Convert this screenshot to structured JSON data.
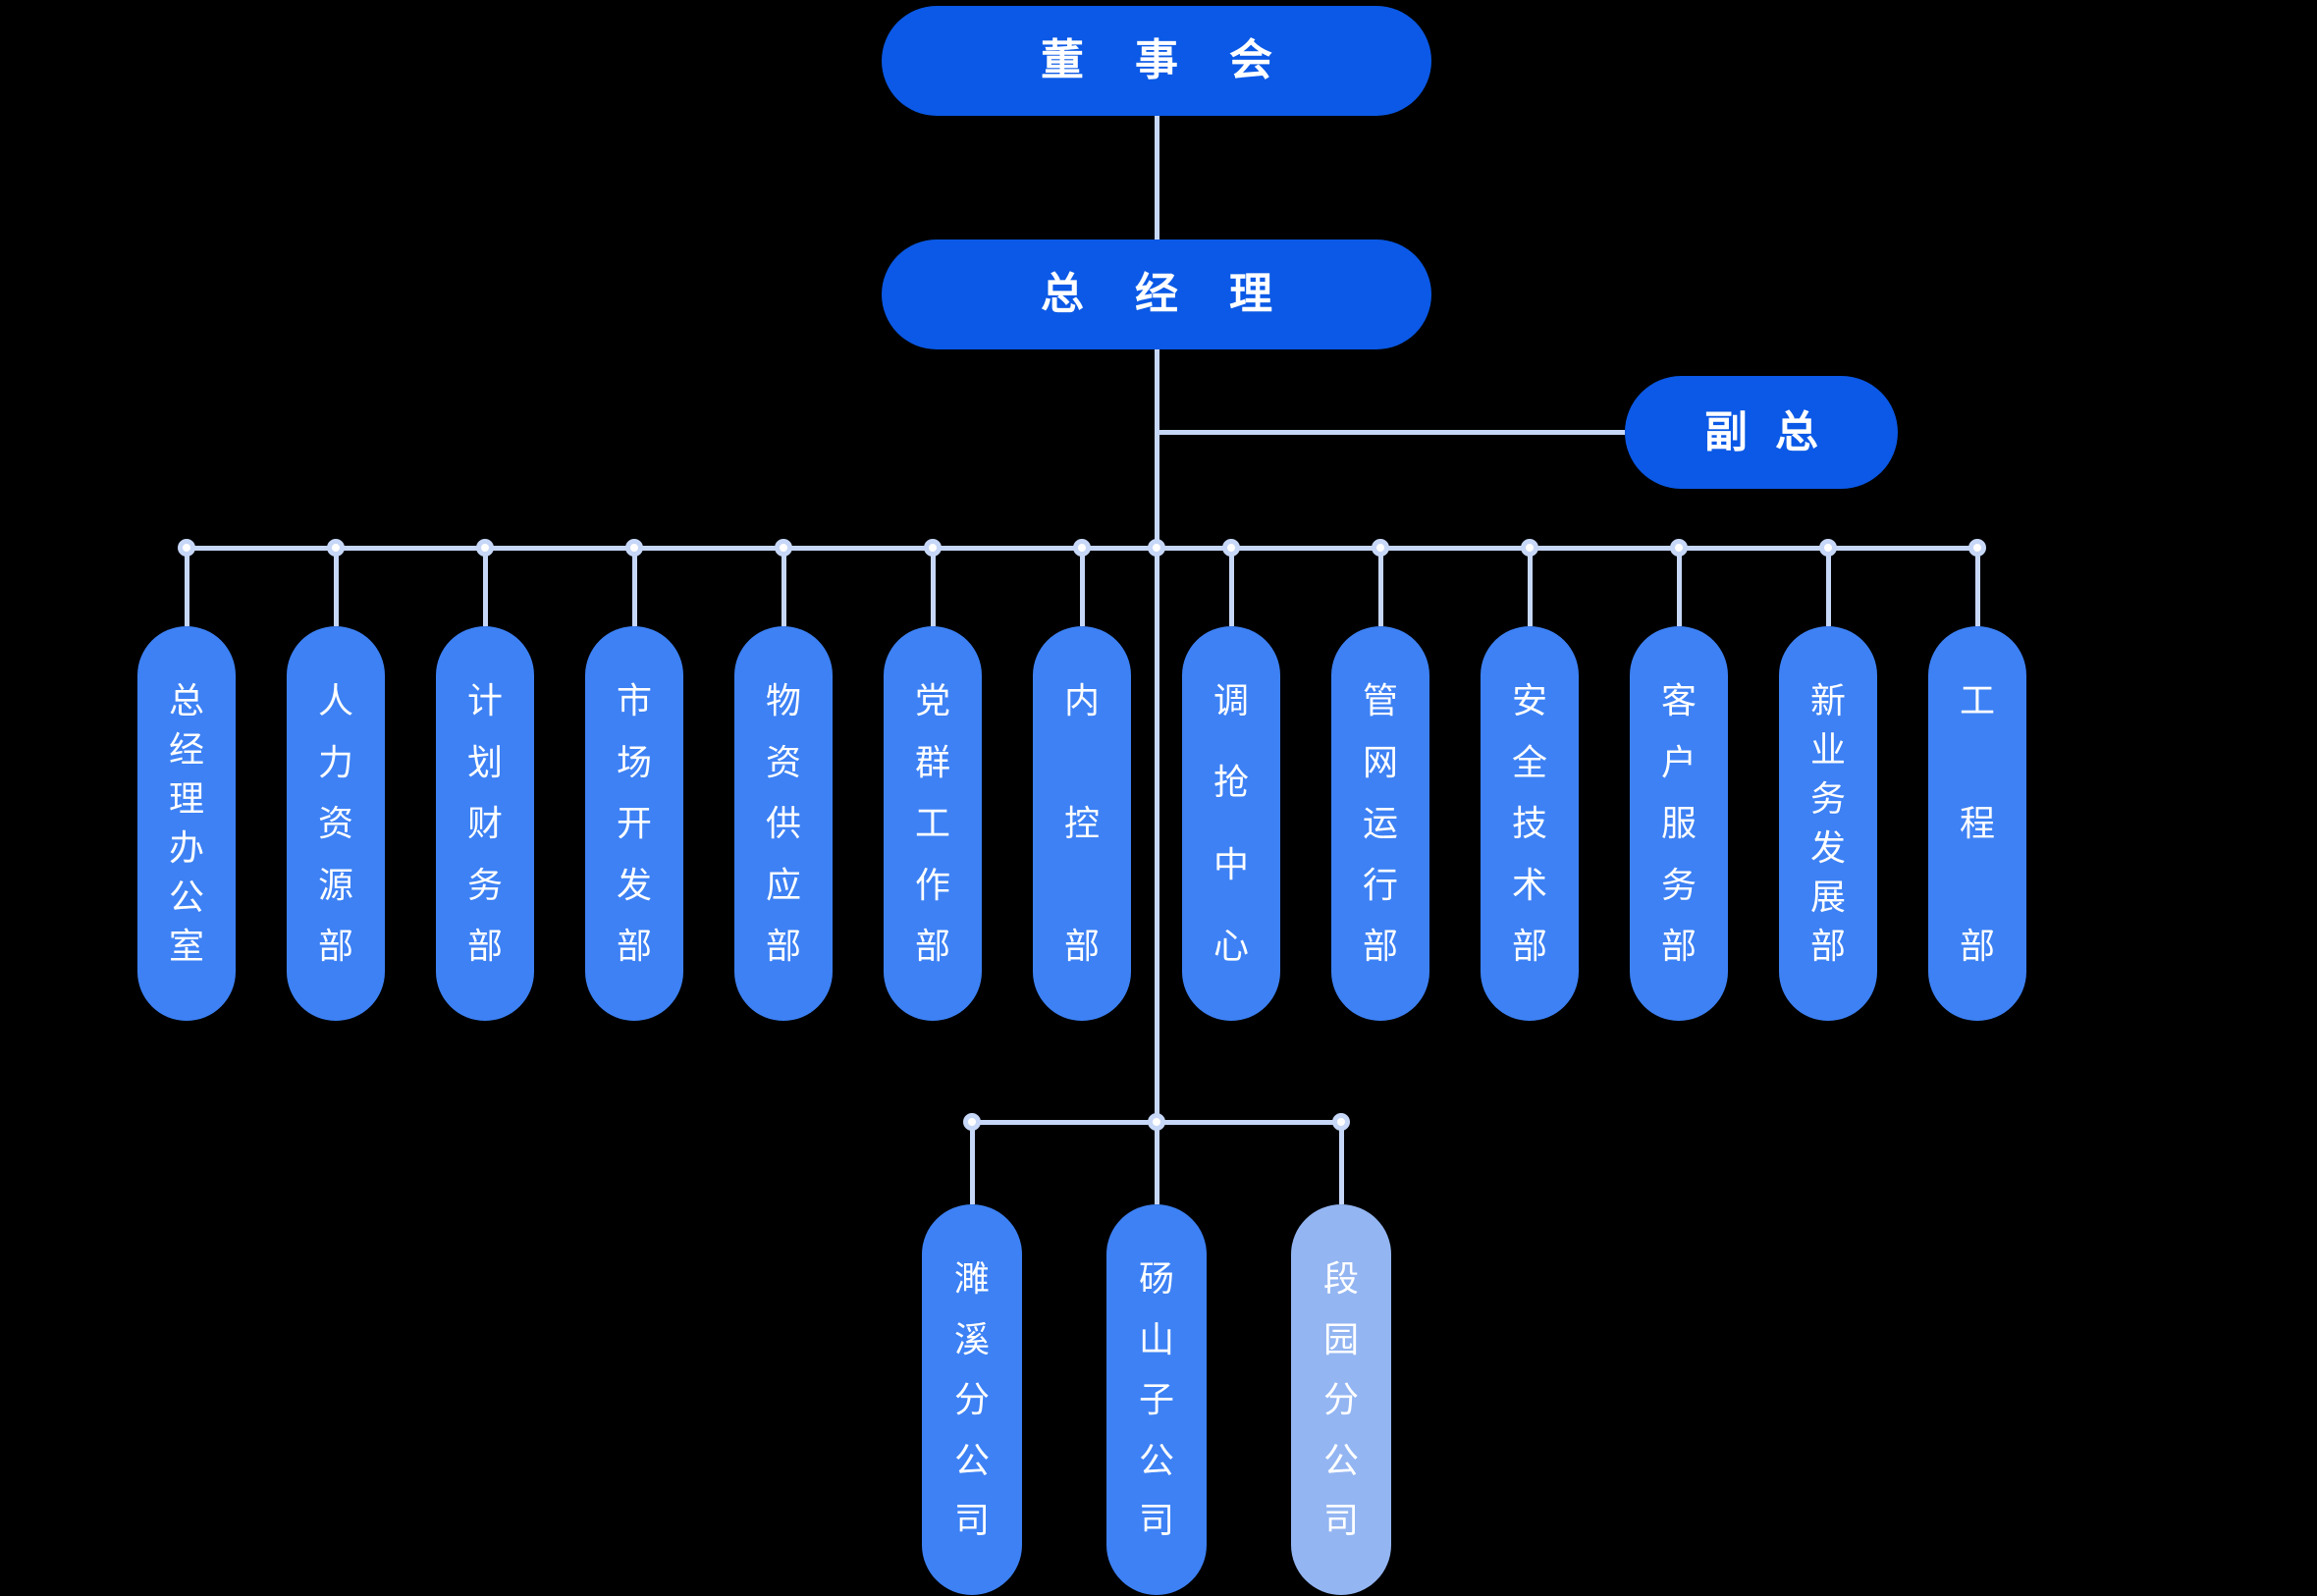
{
  "org_chart": {
    "board": {
      "label": "董事会"
    },
    "general_manager": {
      "label": "总经理"
    },
    "deputy_general_manager": {
      "label": "副总"
    },
    "departments": [
      "总经理办公室",
      "人力资源部",
      "计划财务部",
      "市场开发部",
      "物资供应部",
      "党群工作部",
      "内控部",
      "调抢中心",
      "管网运行部",
      "安全技术部",
      "客户服务部",
      "新业务发展部",
      "工程部"
    ],
    "subsidiaries": [
      {
        "label": "濉溪分公司",
        "variant": "default"
      },
      {
        "label": "砀山子公司",
        "variant": "default"
      },
      {
        "label": "段园分公司",
        "variant": "light"
      }
    ],
    "colors": {
      "executive_fill": "#0B59E6",
      "department_fill": "#3D81F4",
      "subsidiary_light_fill": "#93B5F2",
      "connector": "#C7D7F7",
      "text": "#FFFFFF",
      "background": "#000000"
    }
  }
}
